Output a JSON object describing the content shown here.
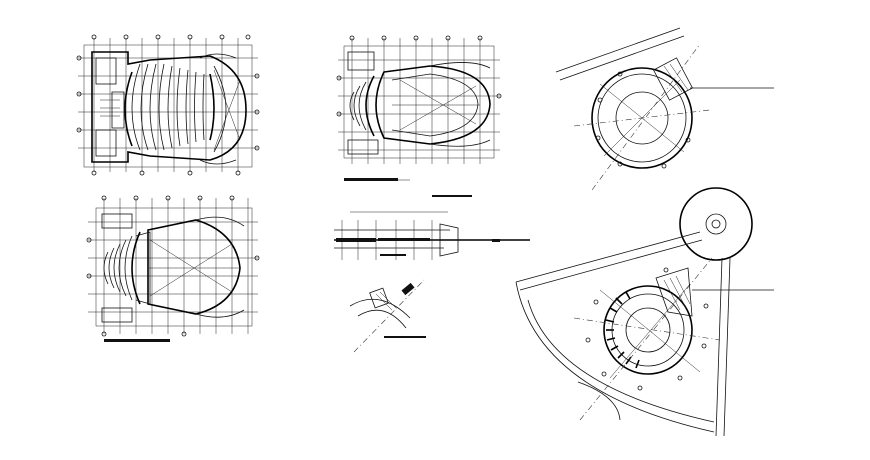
{
  "sheet": {
    "background": "#ffffff",
    "ink": "#111111"
  },
  "drawings": [
    {
      "id": "plan-level-1",
      "kind": "floor-plan"
    },
    {
      "id": "plan-level-2",
      "kind": "floor-plan"
    },
    {
      "id": "plan-level-3",
      "kind": "floor-plan"
    },
    {
      "id": "section-elevation",
      "kind": "section"
    },
    {
      "id": "detail-stair",
      "kind": "detail"
    },
    {
      "id": "round-stair-detail-top",
      "kind": "detail"
    },
    {
      "id": "round-stair-detail-large",
      "kind": "detail"
    }
  ]
}
